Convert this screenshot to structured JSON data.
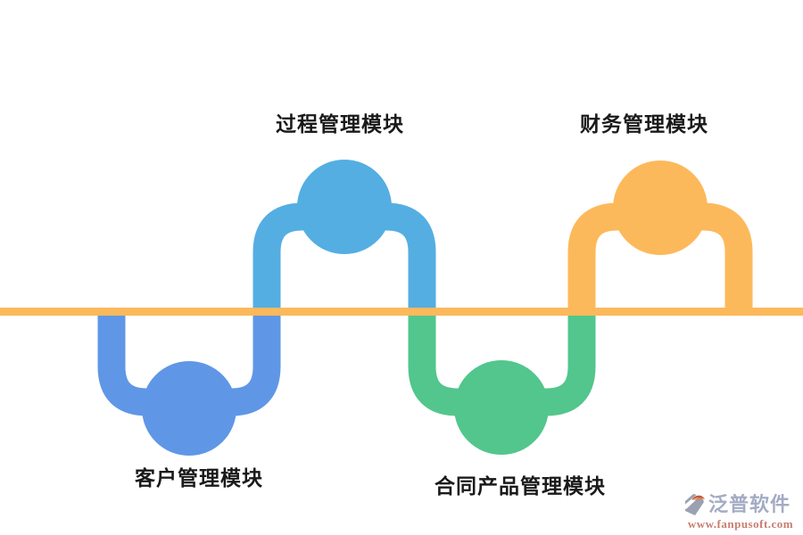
{
  "diagram": {
    "type": "module-wave-diagram",
    "background_color": "#ffffff",
    "baseline_color": "#FCB95B",
    "text_color": "#1a1a1a",
    "modules": [
      {
        "id": "customer",
        "label": "客户管理模块",
        "color": "#5F97E6",
        "position": "below-line"
      },
      {
        "id": "process",
        "label": "过程管理模块",
        "color": "#54AEE2",
        "position": "above-line"
      },
      {
        "id": "contract",
        "label": "合同产品管理模块",
        "color": "#52C68C",
        "position": "below-line"
      },
      {
        "id": "finance",
        "label": "财务管理模块",
        "color": "#FCB95B",
        "position": "above-line"
      }
    ]
  },
  "watermark": {
    "brand": "泛普软件",
    "url": "www.fanpusoft.com",
    "brand_color": "#a4abc4",
    "url_color": "#c97d6f",
    "icon": "fanpu-logo-icon"
  }
}
